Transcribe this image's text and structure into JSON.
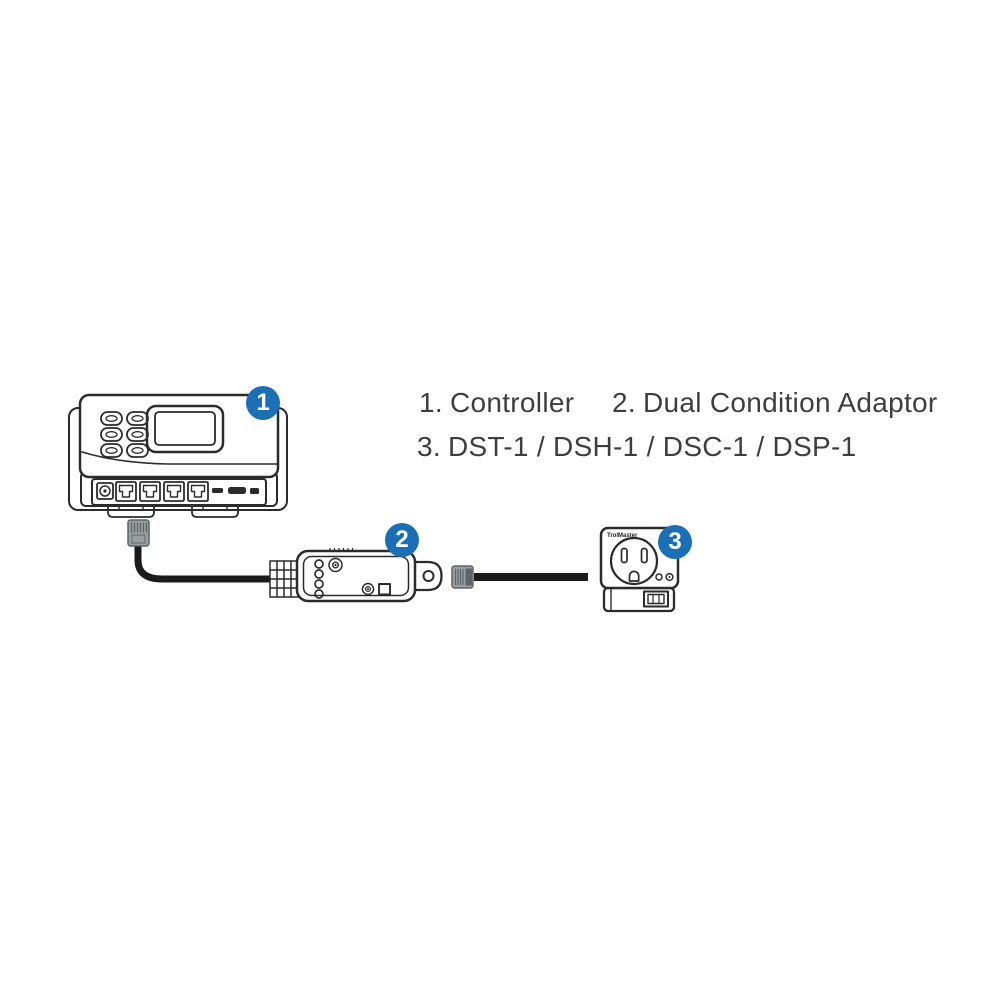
{
  "colors": {
    "accent_blue": "#1b6fb5",
    "line_art": "#2b2b2b",
    "connector_gray": "#9aa0a2",
    "connector_dark": "#5e6366",
    "cable_black": "#1b1b1b",
    "text_gray": "#3e3e3e",
    "background": "#ffffff"
  },
  "legend": {
    "items": [
      {
        "number": "1.",
        "label": "Controller"
      },
      {
        "number": "2.",
        "label": "Dual Condition Adaptor"
      },
      {
        "number": "3.",
        "label": "DST-1 / DSH-1 / DSC-1 / DSP-1"
      }
    ]
  },
  "callouts": [
    {
      "number": "1",
      "target": "controller"
    },
    {
      "number": "2",
      "target": "dual-condition-adaptor"
    },
    {
      "number": "3",
      "target": "device-station"
    }
  ],
  "device3": {
    "brand_label": "TrolMaster"
  }
}
